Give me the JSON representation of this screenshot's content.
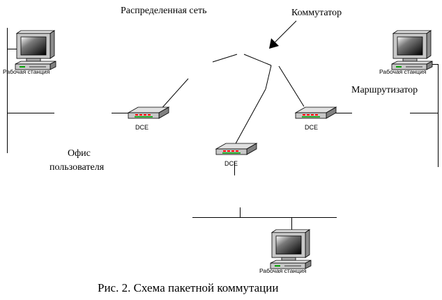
{
  "labels": {
    "distributed_network": "Распределенная сеть",
    "switch": "Коммутатор",
    "router": "Маршрутизатор",
    "office_line1": "Офис",
    "office_line2": "пользователя",
    "caption": "Рис. 2. Схема пакетной коммутации"
  },
  "workstations": [
    {
      "label": "Рабочая станция"
    },
    {
      "label": "Рабочая станция"
    },
    {
      "label": "Рабочая станция"
    }
  ],
  "dce_devices": [
    {
      "label": "DCE"
    },
    {
      "label": "DCE"
    },
    {
      "label": "DCE"
    }
  ],
  "colors": {
    "device_body": "#c8c8c8",
    "device_shadow": "#808080",
    "screen": "#000000",
    "led_red": "#ff0000",
    "led_green": "#00a000"
  }
}
